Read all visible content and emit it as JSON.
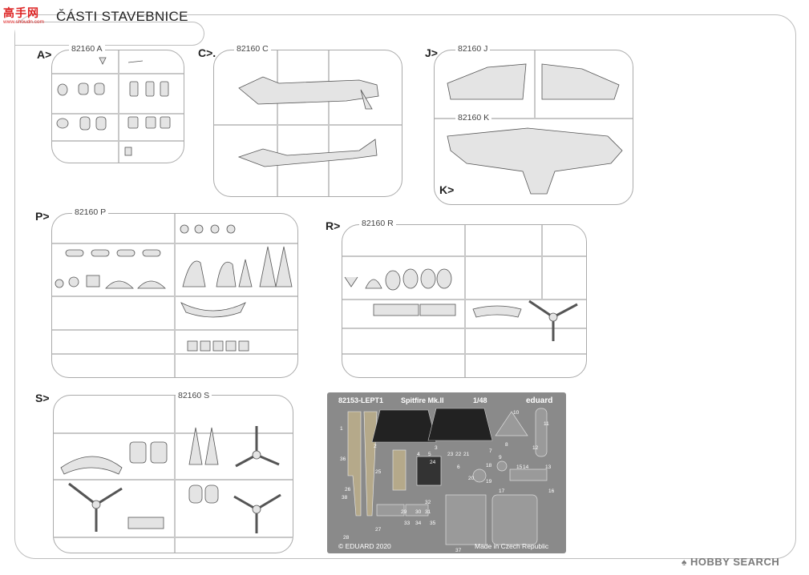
{
  "header": {
    "title": "ČÁSTI STAVEBNICE",
    "logo_cn": "高手网",
    "logo_url": "www.shoudn.com"
  },
  "sprues": {
    "A": {
      "letter": "A>",
      "code": "82160 A"
    },
    "C": {
      "letter": "C>.",
      "code": "82160 C"
    },
    "J": {
      "letter": "J>",
      "code": "82160 J"
    },
    "K": {
      "letter": "K>",
      "code": "82160 K"
    },
    "P": {
      "letter": "P>",
      "code": "82160 P"
    },
    "R": {
      "letter": "R>",
      "code": "82160 R"
    },
    "S": {
      "letter": "S>",
      "code": "82160 S"
    }
  },
  "photoetch": {
    "code": "82153-LEPT1",
    "name": "Spitfire Mk.II",
    "scale": "1/48",
    "brand": "eduard",
    "copyright": "© EDUARD 2020",
    "origin": "Made in Czech Republic",
    "part_numbers": [
      "1",
      "2",
      "3",
      "4",
      "5",
      "6",
      "7",
      "8",
      "9",
      "10",
      "11",
      "12",
      "13",
      "14",
      "15",
      "16",
      "17",
      "18",
      "19",
      "20",
      "21",
      "22",
      "23",
      "24",
      "25",
      "26",
      "27",
      "28",
      "29",
      "30",
      "31",
      "32",
      "33",
      "34",
      "35",
      "36",
      "37",
      "38"
    ]
  },
  "watermark": {
    "text": "HOBBY SEARCH",
    "glyph": "♠"
  },
  "colors": {
    "frame": "#bdbdbd",
    "sprue_outline": "#aaaaaa",
    "part": "#d9d9d9",
    "photoetch_fret": "#8a8a8a",
    "logo": "#dd2222"
  }
}
